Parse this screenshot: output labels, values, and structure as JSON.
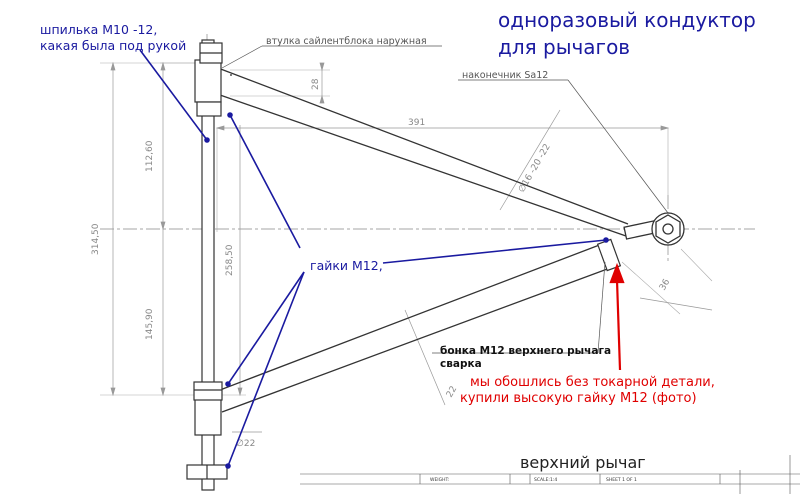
{
  "title": {
    "line1": "одноразовый кондуктор",
    "line2": "для рычагов"
  },
  "labels": {
    "stud_line1": "шпилька M10 -12,",
    "stud_line2": "какая была под рукой",
    "bushing": "втулка сайлентблока наружная",
    "tip": "наконечник Sa12",
    "nuts": "гайки M12,",
    "boss_line1": "бонка M12 верхнего рычага",
    "boss_line2": "сварка",
    "no_lathe_line1": "мы обошлись без токарной детали,",
    "no_lathe_line2": "купили высокую гайку M12 (фото)",
    "caption": "верхний рычаг"
  },
  "dimensions": {
    "d28": "28",
    "d391": "391",
    "d_tube": "∅16 -20 -22",
    "d314": "314,50",
    "d112": "112,60",
    "d258": "258,50",
    "d145": "145,90",
    "d36": "36",
    "d22_tube": "22",
    "d22_dia": "∅22"
  },
  "title_block": {
    "weight": "WEIGHT:",
    "scale": "SCALE:1:4",
    "sheet": "SHEET 1 OF 1"
  },
  "colors": {
    "drawing": "#333333",
    "dimension": "#999999",
    "leader_blue": "#1a1aa0",
    "leader_red": "#e00000"
  }
}
